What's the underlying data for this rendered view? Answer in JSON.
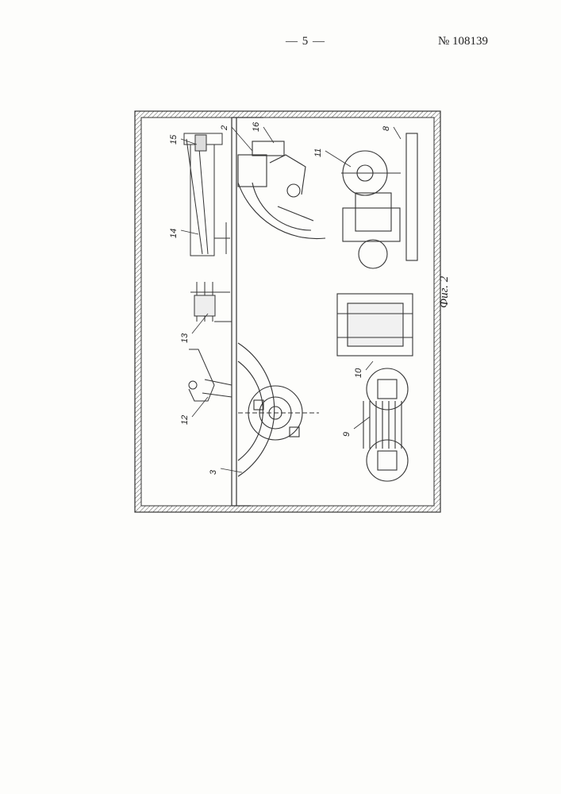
{
  "header": {
    "page_number": "— 5 —",
    "patent_number": "№ 108139"
  },
  "figure": {
    "caption": "Фиг. 2",
    "callouts": {
      "c3": "3",
      "c8": "8",
      "c9": "9",
      "c10": "10",
      "c11": "11",
      "c12": "12",
      "c13": "13",
      "c14": "14",
      "c15": "15",
      "c16": "16",
      "c2": "2"
    }
  }
}
